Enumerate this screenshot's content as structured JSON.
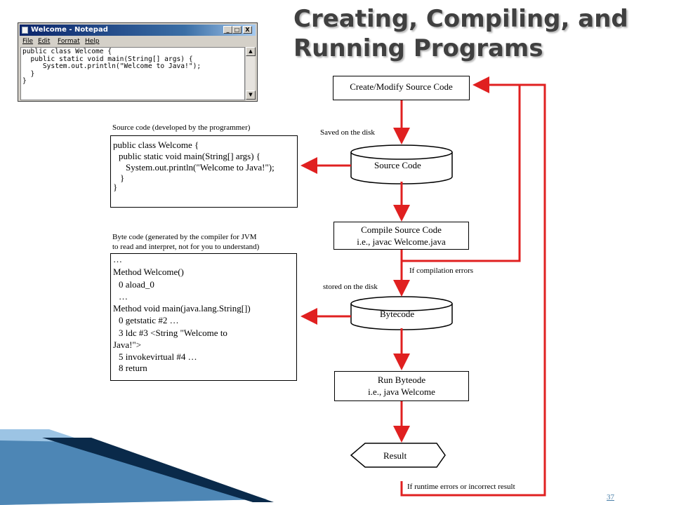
{
  "slide": {
    "title_line1": "Creating, Compiling, and",
    "title_line2": "Running Programs",
    "page_number": "37"
  },
  "notepad": {
    "title": "Welcome - Notepad",
    "minimize_glyph": "_",
    "maximize_glyph": "□",
    "close_glyph": "X",
    "menu": [
      "File",
      "Edit",
      "Format",
      "Help"
    ],
    "code": "public class Welcome {\n  public static void main(String[] args) {\n     System.out.println(\"Welcome to Java!\");\n  }\n}",
    "scroll_up_glyph": "▲",
    "scroll_down_glyph": "▼"
  },
  "flowchart": {
    "create_modify": "Create/Modify Source Code",
    "source_code_store": "Source Code",
    "compile_line1": "Compile Source Code",
    "compile_line2": "i.e., javac Welcome.java",
    "bytecode_store": "Bytecode",
    "run_line1": "Run Byteode",
    "run_line2": "i.e., java Welcome",
    "result": "Result",
    "saved_on_disk": "Saved on the disk",
    "stored_on_disk": "stored on the disk",
    "compilation_errors": "If compilation errors",
    "runtime_errors": "If runtime errors or incorrect result"
  },
  "source_panel": {
    "caption": "Source code (developed by the programmer)",
    "lines": [
      "public class Welcome {",
      "   public static void main(String[] args) {",
      "      System.out.println(\"Welcome to Java!\");",
      "   }",
      "}"
    ]
  },
  "bytecode_panel": {
    "caption_line1": "Byte code (generated by the compiler for JVM",
    "caption_line2": "to read and interpret, not for you to understand)",
    "lines": [
      "…",
      "Method Welcome()",
      "   0 aload_0",
      "   …",
      "",
      "Method void main(java.lang.String[])",
      "   0 getstatic #2 …",
      "   3 ldc #3 <String \"Welcome to",
      "Java!\">",
      "   5 invokevirtual #4 …",
      "   8 return"
    ]
  },
  "colors": {
    "arrow": "#e02020",
    "title_text": "#404040",
    "ribbon_dark": "#0a2a4a",
    "ribbon_light": "#9cc4e4"
  }
}
